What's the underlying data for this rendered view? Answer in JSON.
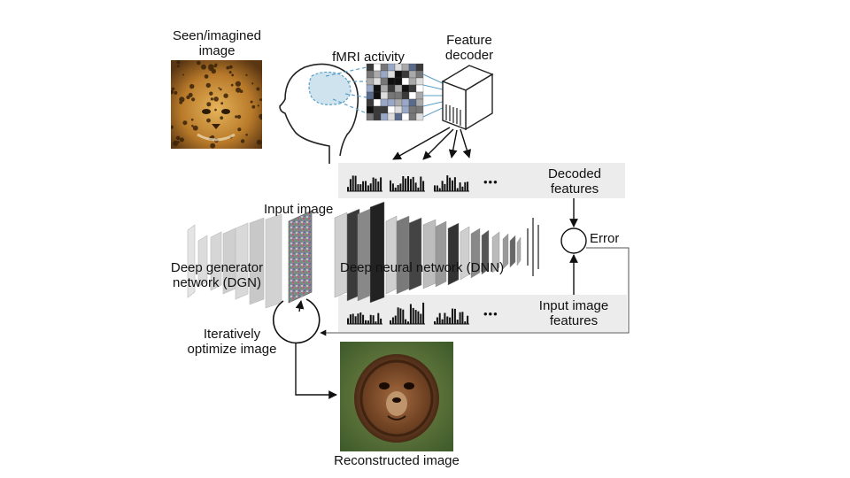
{
  "labels": {
    "seen_line1": "Seen/imagined",
    "seen_line2": "image",
    "fmri": "fMRI activity",
    "feature_decoder_line1": "Feature",
    "feature_decoder_line2": "decoder",
    "decoded_line1": "Decoded",
    "decoded_line2": "features",
    "input_image": "Input image",
    "error": "Error",
    "dgn_line1": "Deep generator",
    "dgn_line2": "network (DGN)",
    "dnn": "Deep neural network (DNN)",
    "input_feat_line1": "Input image",
    "input_feat_line2": "features",
    "iter_line1": "Iteratively",
    "iter_line2": "optimize image",
    "reconstructed": "Reconstructed image",
    "ellipsis_top": "•••",
    "ellipsis_bottom": "•••"
  },
  "colors": {
    "band": "#ececec",
    "line": "#222222",
    "guide": "#5aa0c8"
  }
}
